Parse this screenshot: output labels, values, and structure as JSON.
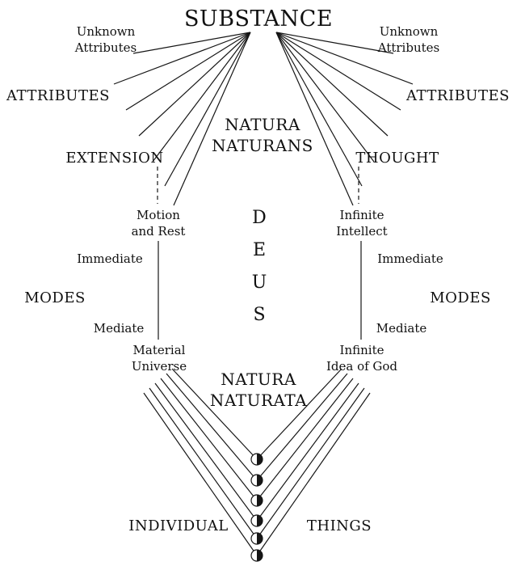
{
  "labels": {
    "substance": "SUBSTANCE",
    "unknown_attributes": {
      "line1": "Unknown",
      "line2": "Attributes"
    },
    "attributes": "ATTRIBUTES",
    "natura_naturans": {
      "line1": "NATURA",
      "line2": "NATURANS"
    },
    "extension": "EXTENSION",
    "thought": "THOUGHT",
    "motion_and_rest": {
      "line1": "Motion",
      "line2": "and Rest"
    },
    "infinite_intellect": {
      "line1": "Infinite",
      "line2": "Intellect"
    },
    "deus": "DEUS",
    "immediate": "Immediate",
    "modes": "MODES",
    "mediate": "Mediate",
    "material_universe": {
      "line1": "Material",
      "line2": "Universe"
    },
    "infinite_idea_of_god": {
      "line1": "Infinite",
      "line2": "Idea of God"
    },
    "natura_naturata": {
      "line1": "NATURA",
      "line2": "NATURATA"
    },
    "individual": "INDIVIDUAL",
    "things": "THINGS"
  },
  "nodes": {
    "icon": "half-filled-circle",
    "count": 6
  },
  "colors": {
    "ink": "#161616",
    "background": "#ffffff"
  }
}
